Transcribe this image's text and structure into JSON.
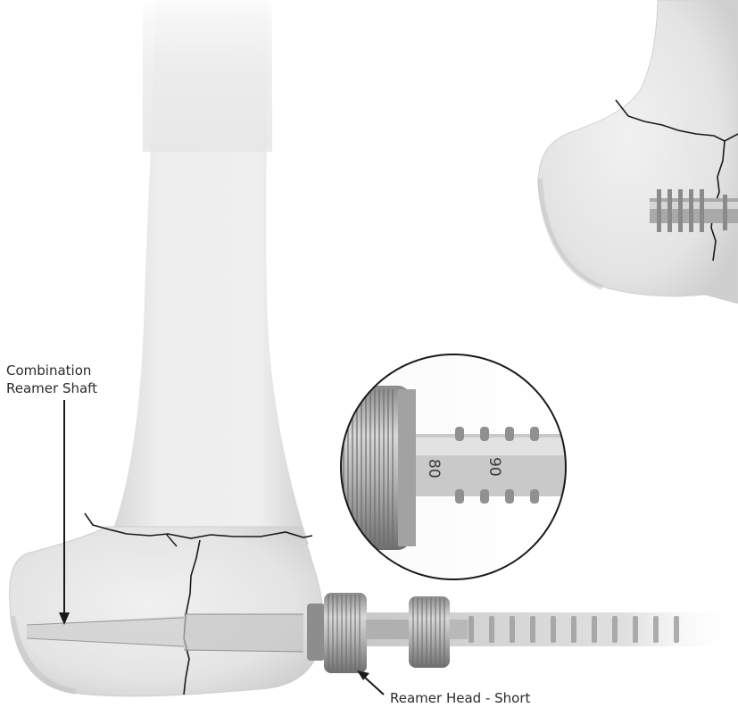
{
  "labels": {
    "combination_reamer_shaft": [
      "Combination",
      "Reamer Shaft"
    ],
    "reamer_head_short": "Reamer Head - Short"
  },
  "inset": {
    "depth_markings": [
      "80",
      "90"
    ]
  },
  "colors": {
    "bone": "#ebebeb",
    "bone_shadow": "#c9c9c9",
    "fracture_line": "#1a1a1a",
    "metal": "#b4b4b4",
    "metal_dark": "#7a7a7a",
    "label_text": "#2b2b2b"
  }
}
